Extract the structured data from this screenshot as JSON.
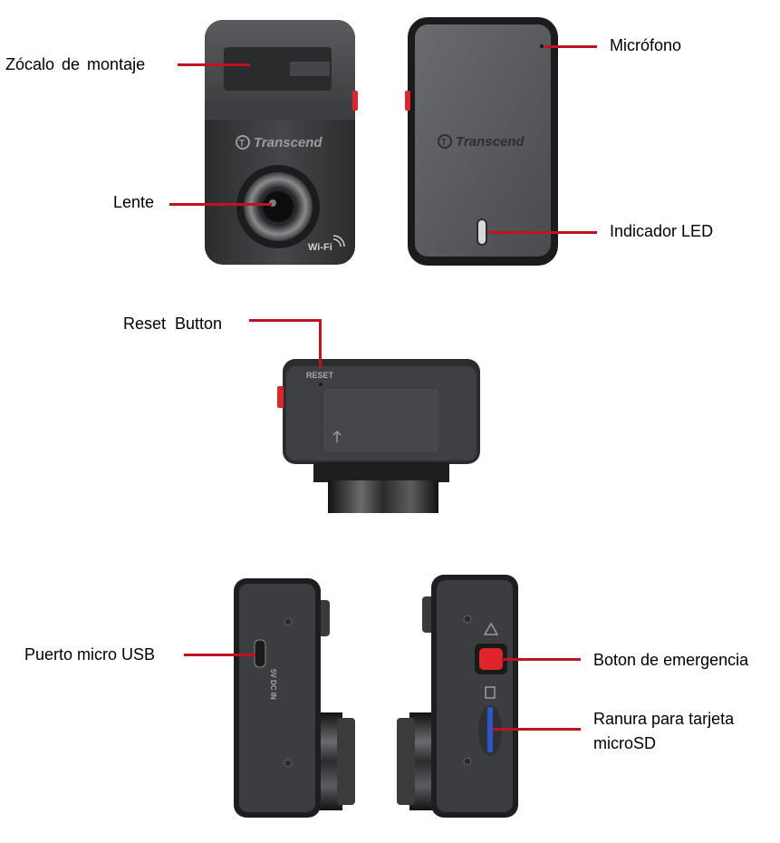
{
  "brand": {
    "logo_text": "Transcend",
    "wifi_text": "Wi-Fi"
  },
  "device_markings": {
    "reset": "RESET",
    "usb_port": "5V DC IN"
  },
  "labels": {
    "mount_socket": "Zócalo de montaje",
    "lens": "Lente",
    "microphone": "Micrófono",
    "led_indicator": "Indicador LED",
    "reset_button": "Reset  Button",
    "micro_usb_port": "Puerto micro USB",
    "emergency_button": "Boton de emergencia",
    "microsd_slot": "Ranura para tarjeta microSD"
  },
  "colors": {
    "leader_line": "#c1121f",
    "device_body": "#3a3b3d",
    "device_dark": "#1f2022",
    "emergency_button": "#e0242c",
    "sd_slot": "#2f56c9"
  }
}
